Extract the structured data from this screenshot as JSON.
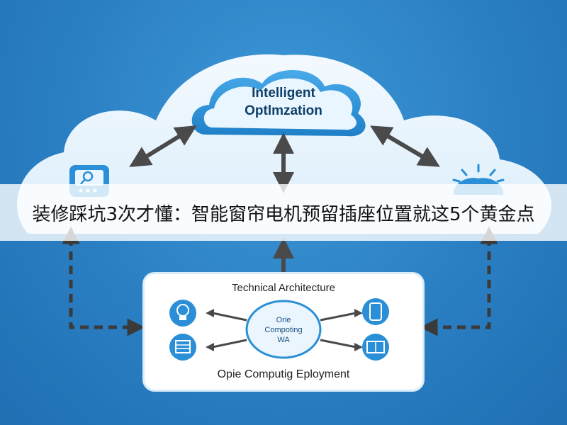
{
  "overlay_title": "装修踩坑3次才懂：智能窗帘电机预留插座位置就这5个黄金点",
  "diagram": {
    "top_node_line1": "Intelligent",
    "top_node_line2": "Optlmzation",
    "panel_title": "Technical Architecture",
    "hub_line1": "Orie",
    "hub_line2": "Compoting",
    "hub_line3": "WA",
    "panel_footer": "Opie Computig Eployment"
  },
  "colors": {
    "background": "#2e84c6",
    "cloud": "#e9f4fc",
    "node": "#2a8fd6",
    "arrow": "#4a4a4a",
    "dashed_arrow": "#3a3a3a",
    "panel": "#ffffff"
  },
  "icons": [
    "phone-search-icon",
    "sun-cloud-icon",
    "bulb-icon",
    "phone-icon",
    "window-icon",
    "shutter-icon"
  ]
}
